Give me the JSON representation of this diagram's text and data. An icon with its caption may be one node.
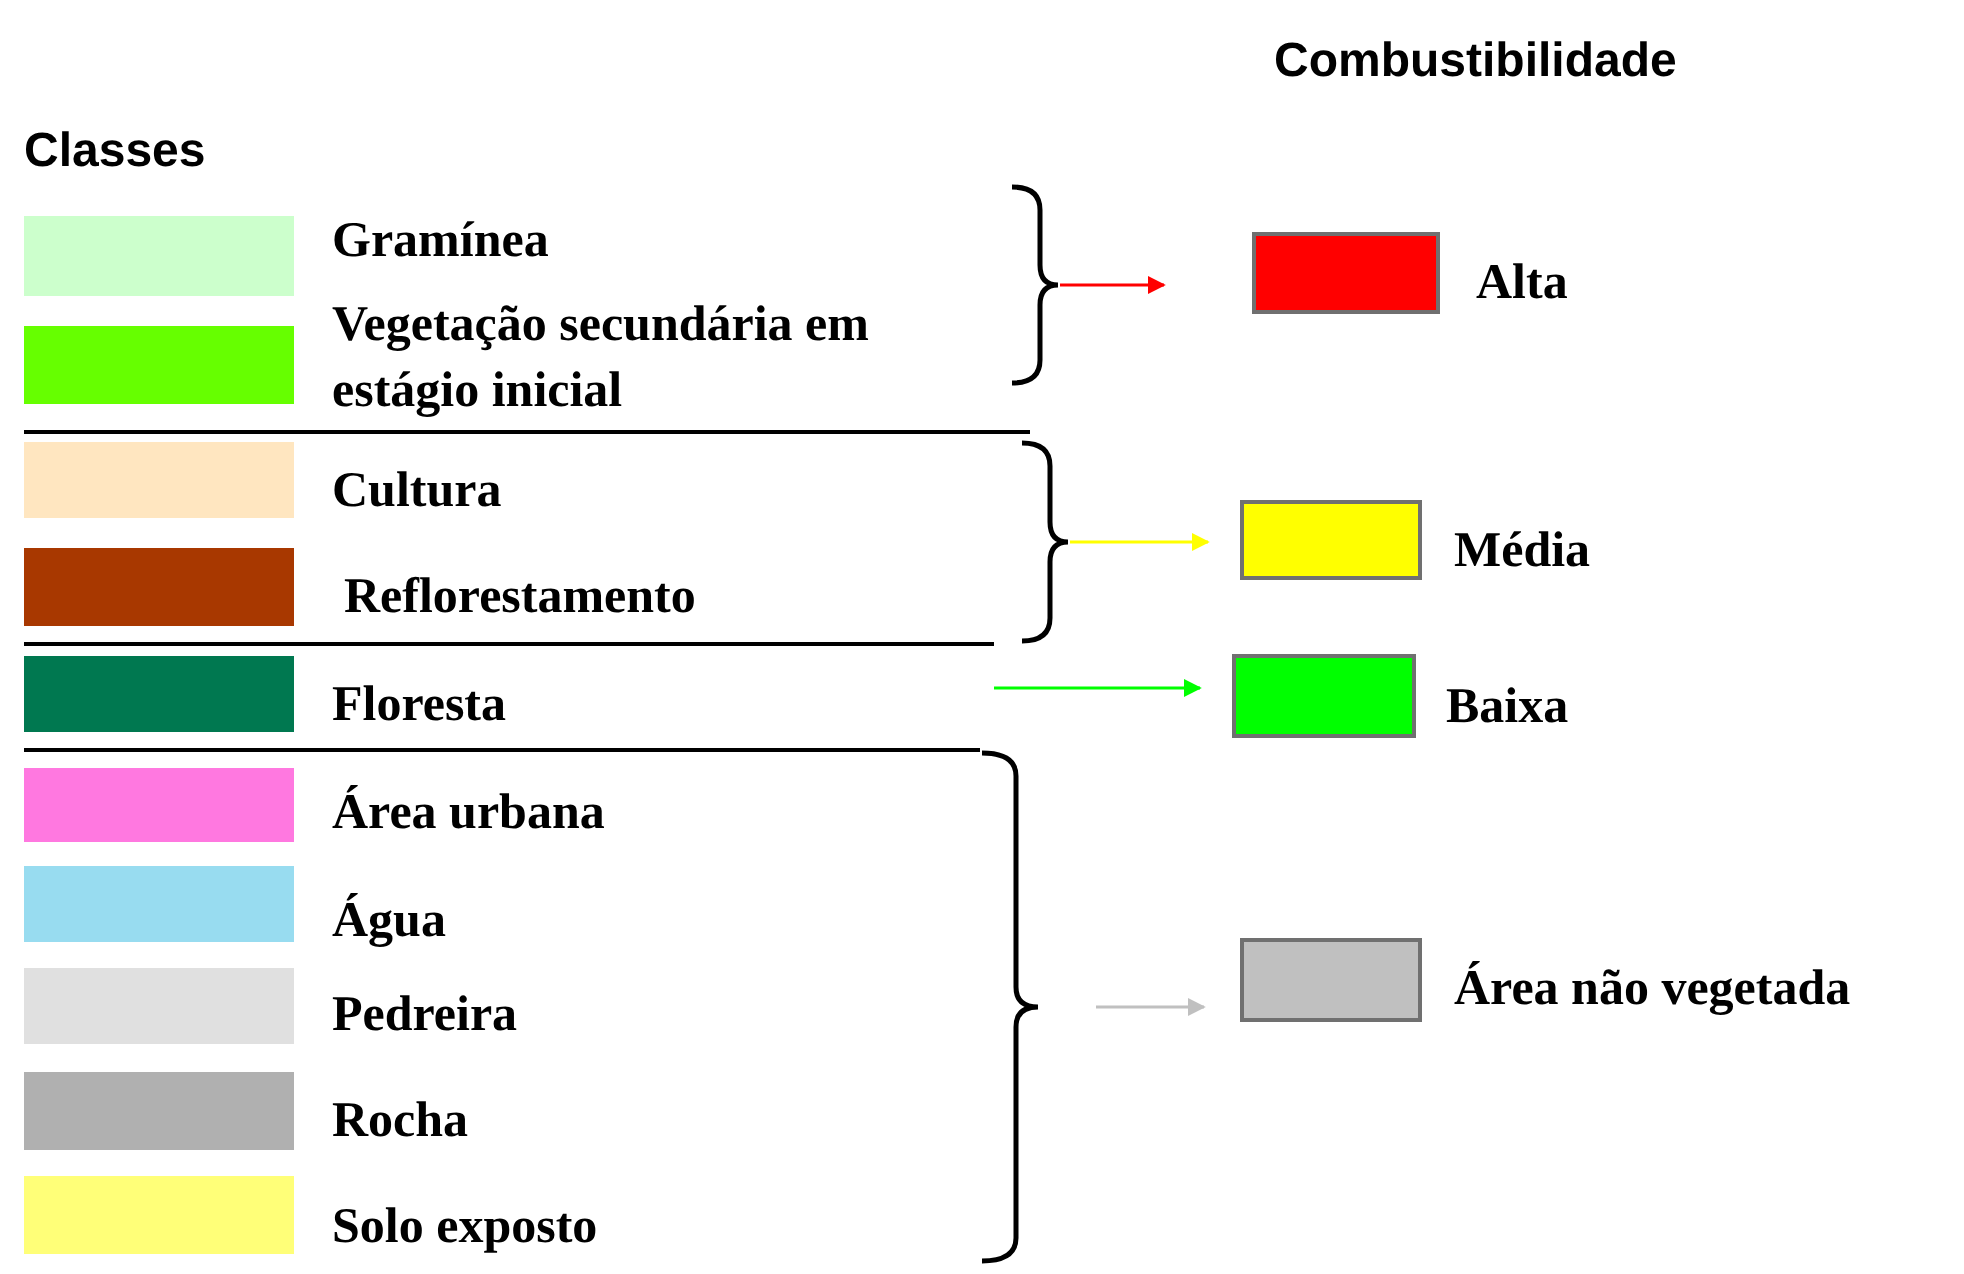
{
  "diagram": {
    "nodes": [
      {
        "text": [],
        "shape": "bracket"
      },
      {
        "text": [
          "Alta"
        ]
      },
      {
        "text": [],
        "shape": "bracket"
      },
      {
        "text": [
          "Média"
        ]
      },
      {
        "text": [
          "Baixa"
        ]
      },
      {
        "text": [],
        "shape": "bracket"
      },
      {
        "text": [
          "Área não vegetada"
        ]
      }
    ],
    "edges": [
      {
        "from": 0,
        "to": 1,
        "arrow": "to",
        "color": "#ff0000"
      },
      {
        "from": 2,
        "to": 3,
        "arrow": "to",
        "color": "#ffff00"
      },
      {
        "from": null,
        "to": 4,
        "arrow": "to",
        "color": "#00ff00"
      },
      {
        "from": 5,
        "to": 6,
        "arrow": "to",
        "color": "#c0c0c0"
      }
    ],
    "labels": [
      "Combustibilidade",
      "Classes"
    ],
    "legend": [
      {
        "text": "Gramínea",
        "color": "#ccffcc"
      },
      {
        "text": "Vegetação secundária em estágio inicial",
        "color": "#66ff00"
      },
      {
        "text": "Cultura",
        "color": "#ffe6c0"
      },
      {
        "text": "Reflorestamento",
        "color": "#a83800"
      },
      {
        "text": "Floresta",
        "color": "#007850"
      },
      {
        "text": "Área urbana",
        "color": "#ff78e0"
      },
      {
        "text": "Água",
        "color": "#98dcf0"
      },
      {
        "text": "Pedreira",
        "color": "#e0e0e0"
      },
      {
        "text": "Rocha",
        "color": "#b0b0b0"
      },
      {
        "text": "Solo exposto",
        "color": "#ffff78"
      }
    ]
  }
}
